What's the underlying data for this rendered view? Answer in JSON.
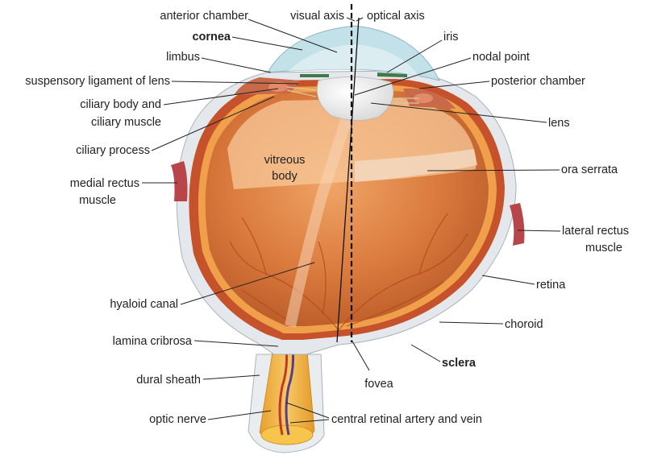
{
  "diagram": {
    "labels": {
      "anterior_chamber": "anterior chamber",
      "visual_axis": "visual axis",
      "optical_axis": "optical axis",
      "cornea": "cornea",
      "iris": "iris",
      "limbus": "limbus",
      "nodal_point": "nodal point",
      "suspensory_ligament": "suspensory ligament of lens",
      "posterior_chamber": "posterior chamber",
      "ciliary_body_1": "ciliary body and",
      "ciliary_body_2": "ciliary muscle",
      "lens": "lens",
      "ciliary_process": "ciliary process",
      "vitreous_1": "vitreous",
      "vitreous_2": "body",
      "ora_serrata": "ora serrata",
      "medial_rectus_1": "medial rectus",
      "medial_rectus_2": "muscle",
      "lateral_rectus_1": "lateral rectus",
      "lateral_rectus_2": "muscle",
      "retina": "retina",
      "hyaloid_canal": "hyaloid canal",
      "choroid": "choroid",
      "lamina_cribrosa": "lamina cribrosa",
      "sclera": "sclera",
      "dural_sheath": "dural sheath",
      "fovea": "fovea",
      "optic_nerve": "optic nerve",
      "central_retinal": "central retinal artery and vein"
    },
    "colors": {
      "vitreous": "#d9783c",
      "vitreous_light": "#f4b684",
      "sclera": "#dfe4e8",
      "choroid": "#c5522a",
      "retina_layer": "#f0a04a",
      "cornea": "#b7d9e3",
      "lens": "#f2f2f2",
      "muscle": "#b8454a",
      "optic_nerve": "#f3b743",
      "artery": "#c0392b",
      "vein": "#5a3d8a"
    }
  }
}
